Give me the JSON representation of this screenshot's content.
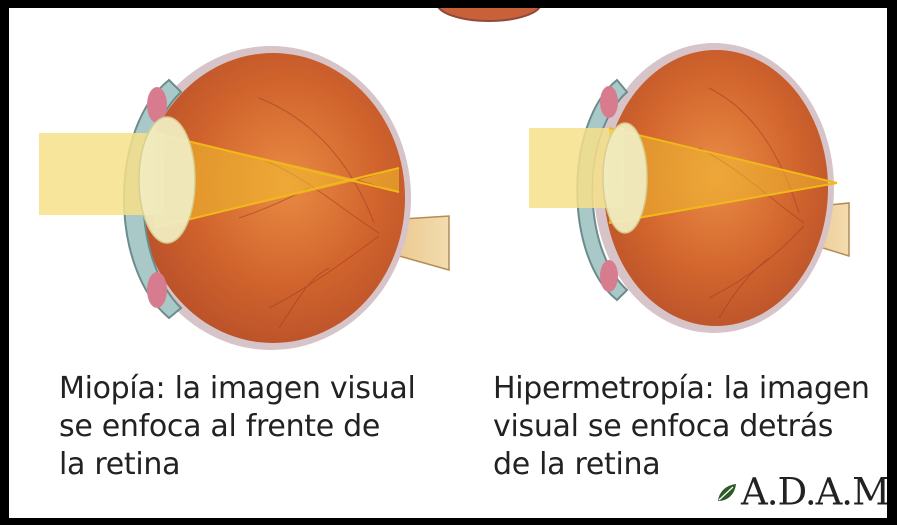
{
  "left_panel": {
    "caption_lines": [
      "Miopía: la imagen visual",
      "se enfoca al frente de",
      "la retina"
    ]
  },
  "right_panel": {
    "caption_lines": [
      "Hipermetropía: la imagen",
      "visual se enfoca detrás",
      "de la retina"
    ]
  },
  "logo": {
    "text": "A.D.A.M."
  },
  "colors": {
    "eye_outer": "#c8603a",
    "eye_inner": "#d96d33",
    "light_beam": "#f6e08a",
    "focus_ray": "#f2c12e",
    "lens": "#f1ecc0",
    "cornea": "#a9c9c8",
    "frame": "#000000"
  }
}
